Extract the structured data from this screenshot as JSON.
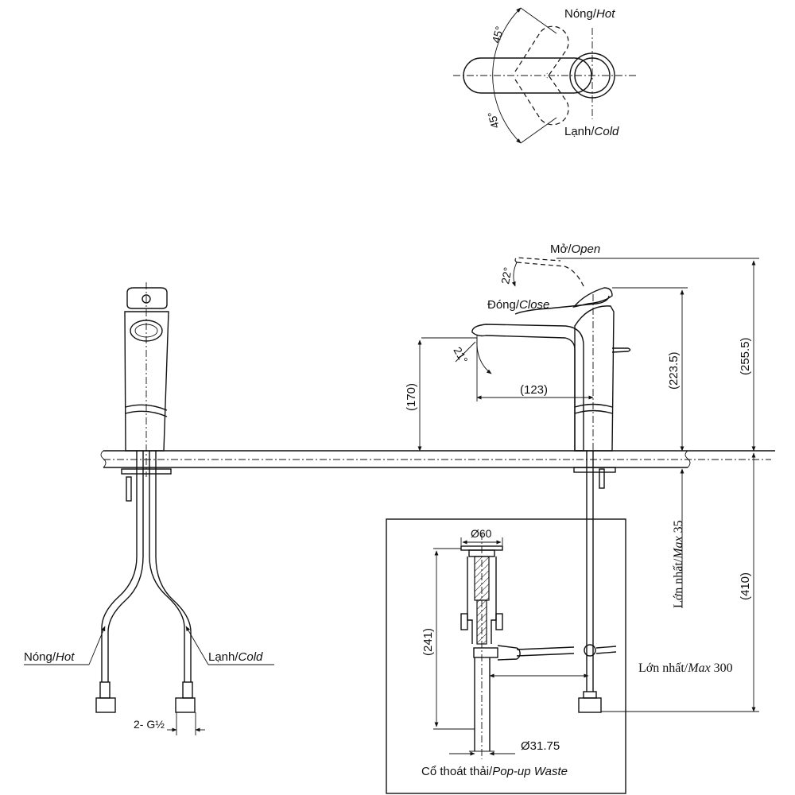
{
  "labels": {
    "top_hot_vi": "Nóng/",
    "top_hot_en": "Hot",
    "top_cold_vi": "Lạnh/",
    "top_cold_en": "Cold",
    "angle_top": "45°",
    "angle_bottom": "45°",
    "open_vi": "Mở/",
    "open_en": "Open",
    "close_vi": "Đóng/",
    "close_en": "Close",
    "angle_lever": "22°",
    "angle_spout": "21°",
    "dim_spout_reach": "(123)",
    "dim_spout_height": "(170)",
    "dim_lever_height": "(223.5)",
    "dim_total_height": "(255.5)",
    "dim_below_deck": "(410)",
    "dim_max35_vi": "Lớn nhất/",
    "dim_max35_en": "Max",
    "dim_max35_val": " 35",
    "dim_max300_vi": "Lớn nhất/",
    "dim_max300_en": "Max",
    "dim_max300_val": " 300",
    "left_hot_vi": "Nóng/",
    "left_hot_en": "Hot",
    "left_cold_vi": "Lạnh/",
    "left_cold_en": "Cold",
    "thread": "2- G½",
    "waste_d60": "Ø60",
    "waste_241": "(241)",
    "waste_d3175": "Ø31.75",
    "waste_title_vi": "Cổ thoát thải/",
    "waste_title_en": "Pop-up Waste"
  }
}
